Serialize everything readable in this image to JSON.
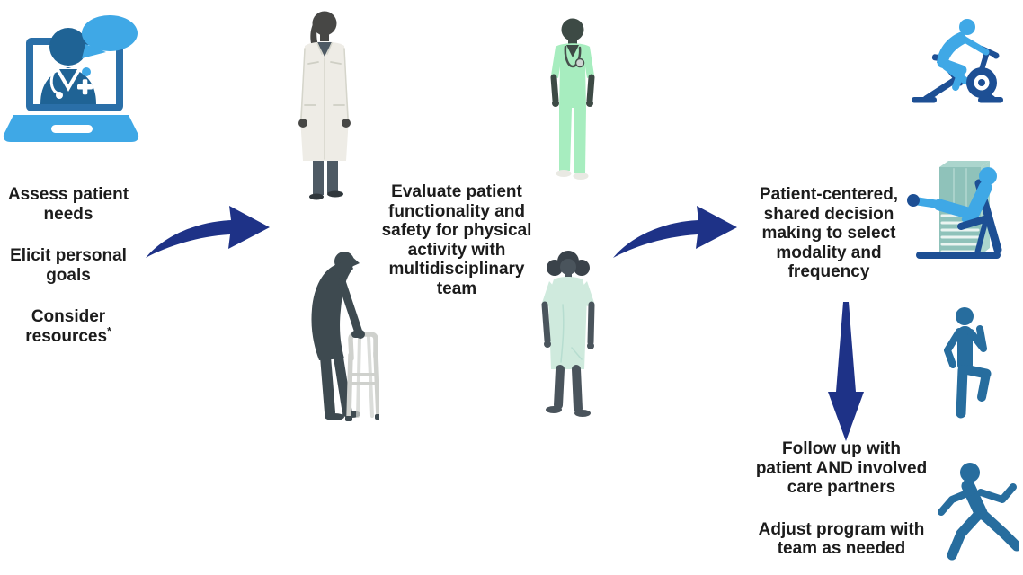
{
  "steps": {
    "assess": {
      "para1_lines": [
        "Assess patient",
        "needs"
      ],
      "para2_lines": [
        "Elicit personal",
        "goals"
      ],
      "para3_line": "Consider",
      "para3_word": "resources",
      "footnote_marker": "*"
    },
    "evaluate": {
      "lines": [
        "Evaluate patient",
        "functionality and",
        "safety for physical",
        "activity with",
        "multidisciplinary",
        "team"
      ]
    },
    "decide": {
      "lines": [
        "Patient-centered,",
        "shared decision",
        "making to select",
        "modality and",
        "frequency"
      ]
    },
    "follow_up": {
      "para1_lines": [
        "Follow up with",
        "patient AND involved",
        "care partners"
      ],
      "para2_lines": [
        "Adjust program with",
        "team as needed"
      ]
    }
  },
  "icons": {
    "telehealth": "telehealth-doctor-laptop-icon",
    "exercise_bike": "stationary-bike-icon",
    "leg_press": "leg-press-machine-icon",
    "marching": "marching-exercise-icon",
    "running": "running-icon",
    "arrow_right_1": "flow-arrow-right-1",
    "arrow_right_2": "flow-arrow-right-2",
    "arrow_down": "flow-arrow-down"
  },
  "figures": {
    "doctor": "doctor-in-white-coat",
    "nurse": "nurse-in-scrubs",
    "elderly_patient": "elderly-man-with-walker",
    "female_patient": "woman-in-hospital-gown"
  },
  "colors": {
    "navy": "#1e3287",
    "light_blue": "#3fa8e6",
    "dark_blue": "#1f6395",
    "frame_blue": "#2a6fa8",
    "steel_blue": "#276d9e",
    "bike_navy": "#1d4f94",
    "machine_teal": "#8fc2ba",
    "machine_teal_light": "#abd5cd",
    "coat_white": "#eeece6",
    "scrub_green": "#a7edbf",
    "gown_mint": "#cfeadd",
    "silhouette_dark": "#3e4a50",
    "skin_dark": "#474745",
    "nurse_skin": "#3d4a45",
    "woman_skin": "#4a545c",
    "woman_hair": "#3a424a",
    "pants_gray": "#4e5a64",
    "shoe_dark": "#30373c",
    "walker_gray": "#cfd1cd",
    "text": "#1c1c1c",
    "background": "#ffffff"
  }
}
